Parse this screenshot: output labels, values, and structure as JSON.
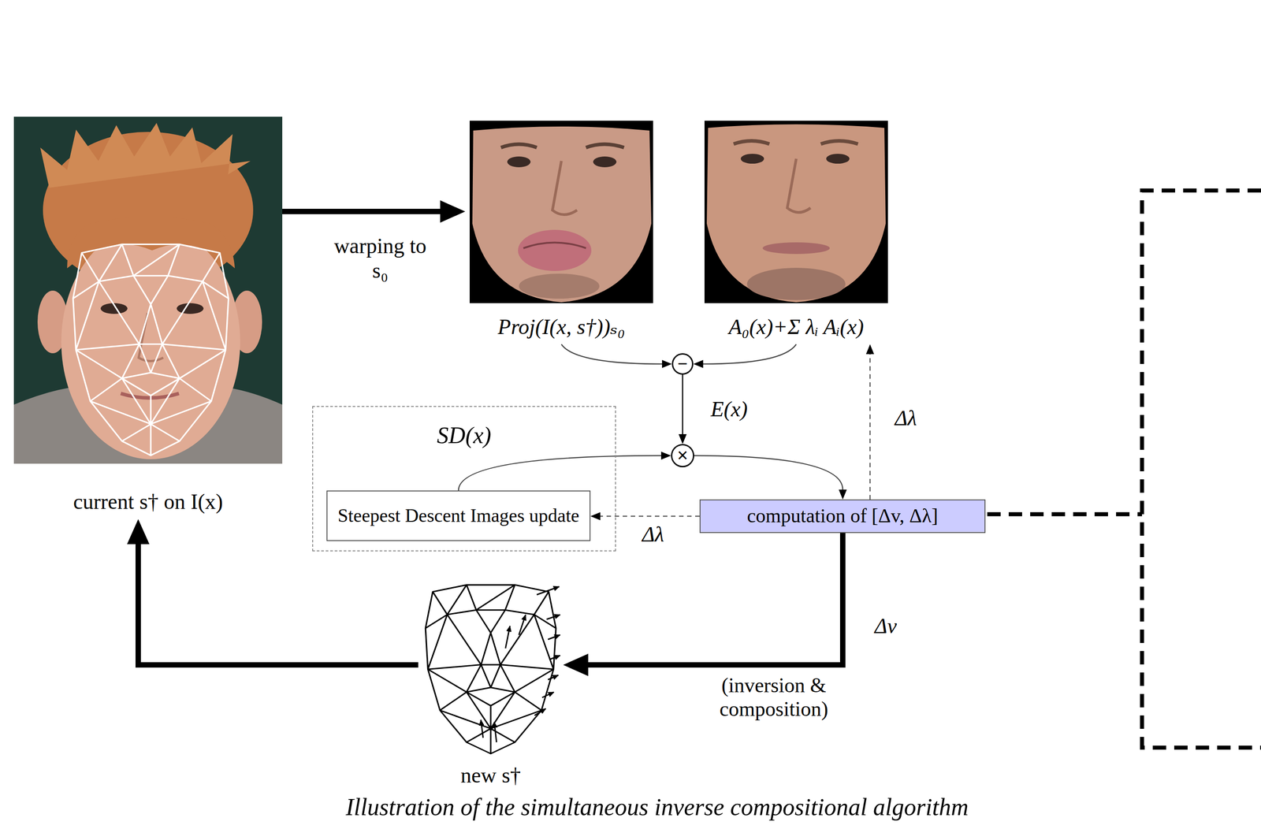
{
  "diagram": {
    "caption": "Illustration of the simultaneous inverse compositional algorithm",
    "nodes": [
      {
        "text": [
          "current s† on I(x)"
        ]
      },
      {
        "text": [
          "Proj(I(x, s†))ₛ₀"
        ]
      },
      {
        "text": [
          "A₀(x)+Σ λᵢ Aᵢ(x)"
        ]
      },
      {
        "text": [
          "−"
        ]
      },
      {
        "text": [
          "×"
        ]
      },
      {
        "text": [
          "SD(x)"
        ]
      },
      {
        "text": [
          "Steepest Descent Images update"
        ],
        "in": 5
      },
      {
        "text": [
          "computation of [Δv, Δλ]"
        ]
      },
      {
        "text": [
          "new s†"
        ]
      }
    ],
    "edges": [
      {
        "from": 0,
        "to": 1,
        "arrow": "to",
        "label": "warping to s₀"
      },
      {
        "from": 1,
        "to": 3,
        "arrow": "to"
      },
      {
        "from": 2,
        "to": 3,
        "arrow": "to"
      },
      {
        "from": 3,
        "to": 4,
        "arrow": "to",
        "label": "E(x)"
      },
      {
        "from": 6,
        "to": 4,
        "arrow": "to"
      },
      {
        "from": 4,
        "to": 7,
        "arrow": "to"
      },
      {
        "from": 7,
        "to": 2,
        "arrow": "to",
        "label": "Δλ"
      },
      {
        "from": 7,
        "to": 6,
        "arrow": "to",
        "label": "Δλ"
      },
      {
        "from": 7,
        "to": 8,
        "arrow": "to",
        "label": "Δv"
      },
      {
        "from": 8,
        "to": 0,
        "arrow": "to"
      }
    ],
    "labels": [
      "(inversion & composition)"
    ]
  }
}
